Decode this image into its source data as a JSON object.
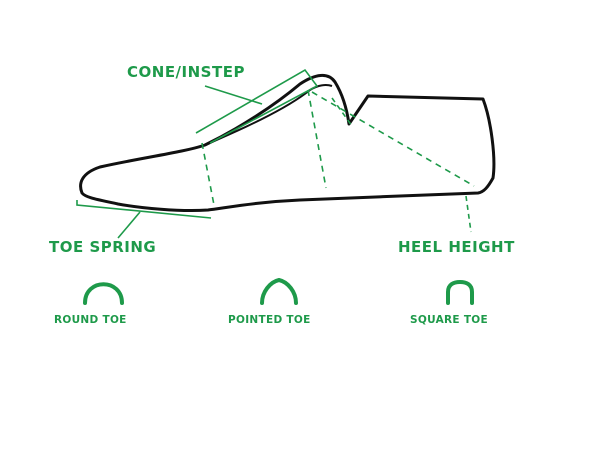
{
  "labels": {
    "cone_instep": "CONE/INSTEP",
    "toe_spring": "TOE SPRING",
    "heel_height": "HEEL HEIGHT"
  },
  "toe_shapes": [
    {
      "id": "round",
      "label": "ROUND TOE",
      "icon": "round-toe-icon"
    },
    {
      "id": "pointed",
      "label": "POINTED TOE",
      "icon": "pointed-toe-icon"
    },
    {
      "id": "square",
      "label": "SQUARE TOE",
      "icon": "square-toe-icon"
    }
  ],
  "colors": {
    "accent": "#1e9a4a",
    "outline": "#111111"
  }
}
